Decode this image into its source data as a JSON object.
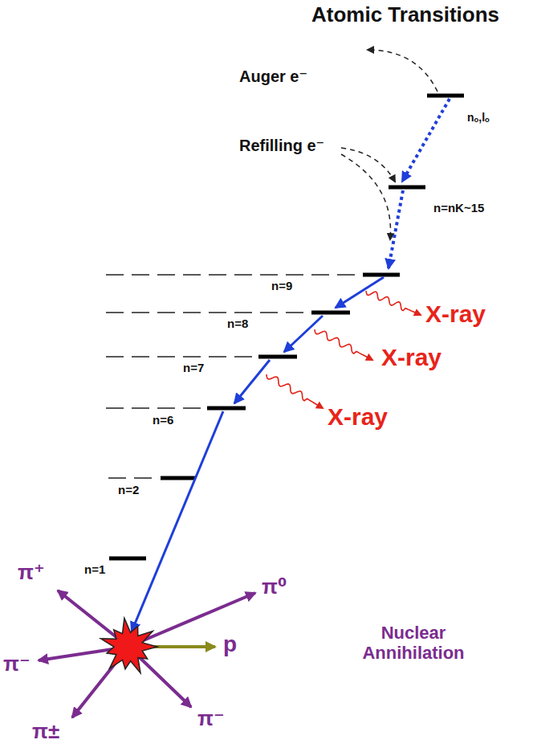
{
  "diagram": {
    "title": "Atomic Transitions",
    "labels": [
      "Auger e⁻",
      "Refilling e⁻",
      "nₒ,lₒ",
      "n=nK~15",
      "n=9",
      "X-ray",
      "n=8",
      "X-ray",
      "n=7",
      "X-ray",
      "n=6",
      "n=2",
      "n=1",
      "π⁺",
      "π⁰",
      "π⁻",
      "p",
      "π±",
      "π⁻",
      "Nuclear Annihilation"
    ]
  }
}
